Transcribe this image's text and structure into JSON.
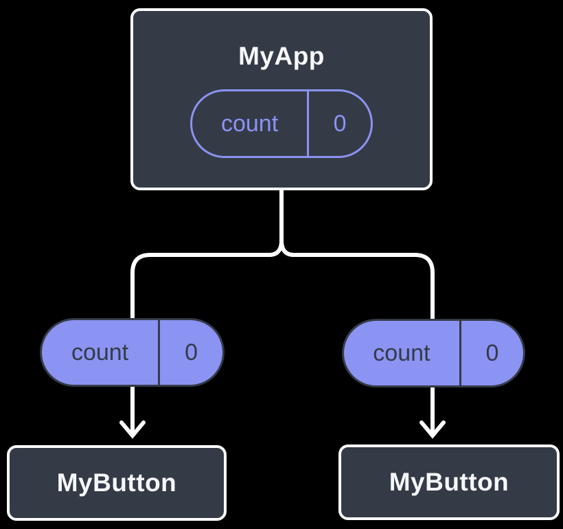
{
  "diagram": {
    "description": "Component tree diagram showing shared state passed down as props",
    "colors": {
      "background": "#000000",
      "card_fill": "#343B47",
      "card_border": "#FFFFFF",
      "accent_purple": "#8B93F3",
      "pill_dark_text": "#343B47",
      "light_text": "#F6F7F9",
      "connector": "#FFFFFF"
    },
    "root": {
      "title": "MyApp",
      "state_pill": {
        "label": "count",
        "value": "0"
      }
    },
    "children": [
      {
        "title": "MyButton",
        "prop_pill": {
          "label": "count",
          "value": "0"
        }
      },
      {
        "title": "MyButton",
        "prop_pill": {
          "label": "count",
          "value": "0"
        }
      }
    ]
  }
}
